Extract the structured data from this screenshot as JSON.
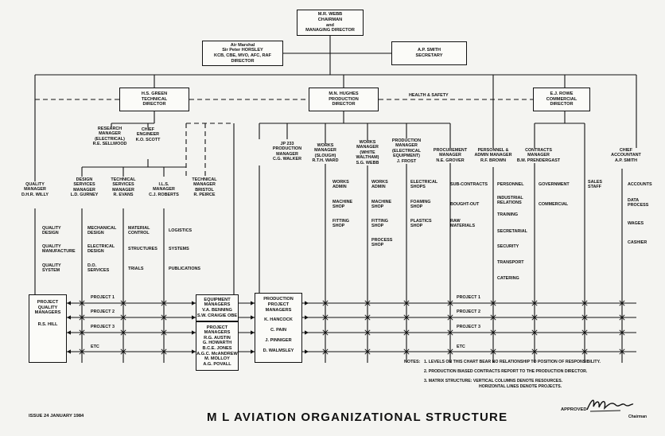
{
  "top": {
    "md": [
      "M.R. WEBB",
      "CHAIRMAN",
      "and",
      "MANAGING DIRECTOR"
    ],
    "advisor": [
      "Air Marshal",
      "Sir Peter HORSLEY",
      "KCB, CBE, MVO, AFC, RAF",
      "DIRECTOR"
    ],
    "secretary": [
      "A.P. SMITH",
      "SECRETARY"
    ]
  },
  "directors": {
    "technical": [
      "H.S. GREEN",
      "TECHNICAL",
      "DIRECTOR"
    ],
    "production": [
      "M.N. HUGHES",
      "PRODUCTION",
      "DIRECTOR"
    ],
    "commercial": [
      "E.J. ROWE",
      "COMMERCIAL",
      "DIRECTOR"
    ],
    "health_safety": "HEALTH & SAFETY"
  },
  "technical": {
    "research": [
      "RESEARCH",
      "MANAGER",
      "(ELECTRICAL)",
      "R.E. SELLWOOD"
    ],
    "chief_engineer": [
      "CHIEF",
      "ENGINEER",
      "K.O. SCOTT"
    ],
    "quality": [
      "QUALITY",
      "MANAGER",
      "D.H.R. WILLY"
    ],
    "design": [
      "DESIGN",
      "SERVICES",
      "MANAGER",
      "L.D. GURNEY"
    ],
    "tech_services": [
      "TECHNICAL",
      "SERVICES",
      "MANAGER",
      "R. EVANS"
    ],
    "ils": [
      "I.L.S.",
      "MANAGER",
      "C.J. ROBERTS"
    ],
    "bristol": [
      "TECHNICAL",
      "MANAGER",
      "BRISTOL",
      "R. PEIRCE"
    ],
    "quality_items": [
      "QUALITY DESIGN",
      "QUALITY MANUFACTURE",
      "QUALITY SYSTEM"
    ],
    "design_items": [
      "MECHANICAL DESIGN",
      "ELECTRICAL DESIGN",
      "D.O. SERVICES"
    ],
    "tech_items": [
      "MATERIAL CONTROL",
      "STRUCTURES",
      "TRIALS"
    ],
    "ils_items": [
      "LOGISTICS",
      "SYSTEMS",
      "PUBLICATIONS"
    ]
  },
  "production": {
    "jp233": [
      "JP 233",
      "PRODUCTION",
      "MANAGER",
      "C.G. WALKER"
    ],
    "slough": [
      "WORKS",
      "MANAGER",
      "(SLOUGH)",
      "R.T.H. WARD"
    ],
    "waltham": [
      "WORKS",
      "MANAGER",
      "(WHITE",
      "WALTHAM)",
      "S.G. WEBB"
    ],
    "electrical": [
      "PRODUCTION",
      "MANAGER",
      "(ELECTRICAL",
      "EQUIPMENT)",
      "J. FROST"
    ],
    "procurement": [
      "PROCUREMENT",
      "MANAGER",
      "N.E. GROVER"
    ],
    "slough_items": [
      "WORKS ADMIN",
      "MACHINE SHOP",
      "FITTING SHOP"
    ],
    "waltham_items": [
      "WORKS ADMIN",
      "MACHINE SHOP",
      "FITTING SHOP",
      "PROCESS SHOP"
    ],
    "electrical_items": [
      "ELECTRICAL SHOPS",
      "FOAMING SHOP",
      "PLASTICS SHOP"
    ],
    "procurement_items": [
      "SUB-CONTRACTS",
      "BOUGHT-OUT",
      "RAW MATERIALS"
    ]
  },
  "commercial": {
    "personnel": [
      "PERSONNEL &",
      "ADMIN MANAGER",
      "R.F. BROWN"
    ],
    "contracts": [
      "CONTRACTS",
      "MANAGER",
      "B.M. PRENDERGAST"
    ],
    "accountant": [
      "CHIEF",
      "ACCOUNTANT",
      "A.P. SMITH"
    ],
    "personnel_items": [
      "PERSONNEL",
      "INDUSTRIAL RELATIONS",
      "TRAINING",
      "SECRETARIAL",
      "SECURITY",
      "TRANSPORT",
      "CATERING"
    ],
    "contracts_items": [
      "GOVERNMENT",
      "COMMERCIAL"
    ],
    "sales": [
      "SALES",
      "STAFF"
    ],
    "accounts_items": [
      "ACCOUNTS",
      "DATA PROCESS",
      "WAGES",
      "CASHIER"
    ]
  },
  "projects": {
    "quality_box": [
      "PROJECT",
      "QUALITY",
      "MANAGERS",
      "",
      "R.S. HILL"
    ],
    "equipment_box": [
      "EQUIPMENT",
      "MANAGERS",
      "V.A. BENNING",
      "S.W. CRAIGIE OBE"
    ],
    "project_mgrs_box": [
      "PROJECT",
      "MANAGERS",
      "R.G. AUSTIN",
      "G. HOWARTH",
      "B.C.E. JONES",
      "A.G.C. McANDREW",
      "M. MOLLOY",
      "A.G. POVALL"
    ],
    "production_box": [
      "PRODUCTION",
      "PROJECT",
      "MANAGERS",
      "K. HANCOCK",
      "C. PAIN",
      "J. PINNIGER",
      "D. WALMSLEY"
    ],
    "rows": [
      "PROJECT 1",
      "PROJECT 2",
      "PROJECT 3",
      "ETC"
    ]
  },
  "notes": {
    "heading": "NOTES:",
    "items": [
      "1.  LEVELS ON THIS CHART BEAR NO RELATIONSHIP TO POSITION OF RESPONSIBILITY.",
      "2.  PRODUCTION BIASED CONTRACTS REPORT TO THE PRODUCTION DIRECTOR.",
      "3.  MATRIX STRUCTURE:  VERTICAL COLUMNS DENOTE RESOURCES.",
      "HORIZONTAL LINES DENOTE PROJECTS."
    ]
  },
  "footer": {
    "issue": "ISSUE 24  JANUARY 1984",
    "title": "M L  AVIATION ORGANIZATIONAL STRUCTURE",
    "approved": "APPROVED",
    "chairman": "Chairman"
  }
}
